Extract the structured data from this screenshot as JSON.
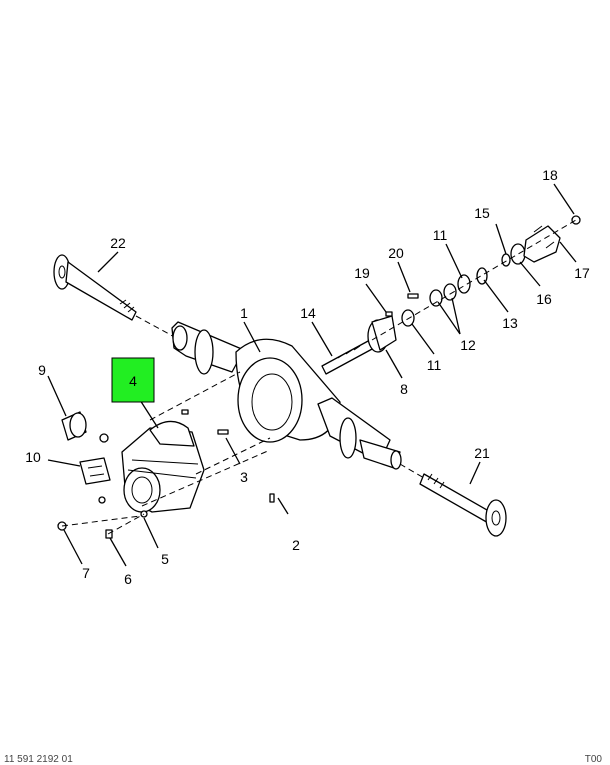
{
  "diagram": {
    "highlight_color": "#22ee22",
    "highlighted_callout": "4",
    "callouts": [
      "1",
      "2",
      "3",
      "4",
      "5",
      "6",
      "7",
      "8",
      "9",
      "10",
      "11",
      "11",
      "12",
      "13",
      "14",
      "15",
      "16",
      "17",
      "18",
      "19",
      "20",
      "21",
      "22"
    ]
  },
  "footer": {
    "left": "11 591 2192 01",
    "right": "T00"
  }
}
